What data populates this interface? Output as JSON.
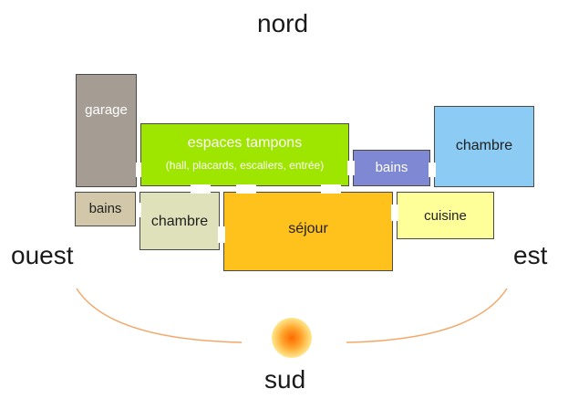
{
  "directions": {
    "north": "nord",
    "west": "ouest",
    "east": "est",
    "south": "sud"
  },
  "rooms": {
    "garage": "garage",
    "buffer_spaces": "espaces tampons",
    "buffer_spaces_detail": "(hall, placards, escaliers, entrée)",
    "bath_north": "bains",
    "bedroom_northeast": "chambre",
    "bath_west": "bains",
    "bedroom_south": "chambre",
    "living": "séjour",
    "kitchen": "cuisine"
  },
  "colors": {
    "garage": "#a59d94",
    "buffer_spaces": "#9ee600",
    "bath_north": "#7f88d2",
    "bedroom_northeast": "#8ccbf4",
    "bath_west": "#d2c8a9",
    "bedroom_south": "#dfe1ba",
    "living": "#ffc21c",
    "kitchen": "#ffff99",
    "sun_arc": "#f3a86a",
    "sun": "#ff8a1e"
  }
}
